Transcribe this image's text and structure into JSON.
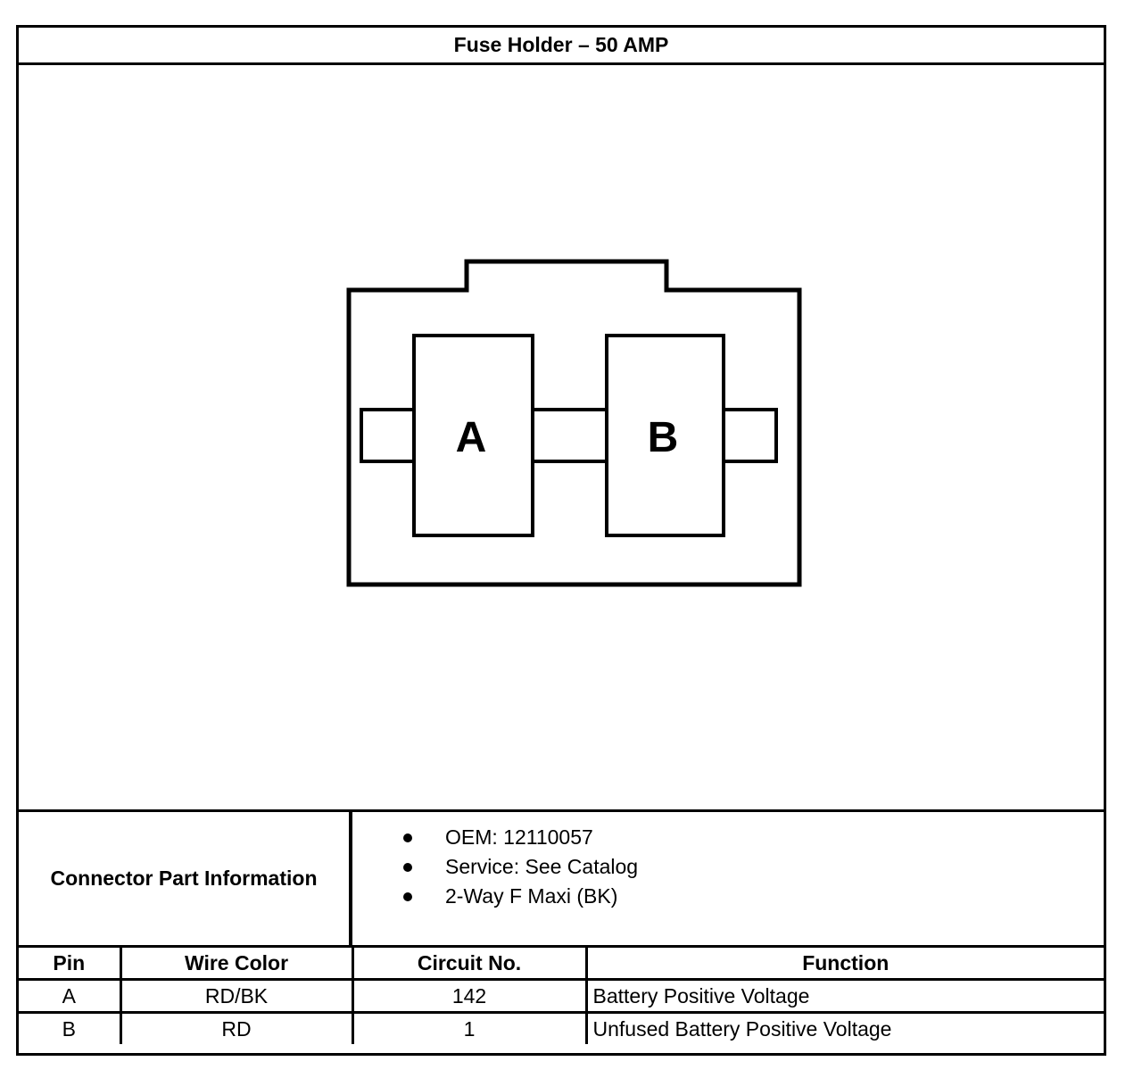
{
  "title": "Fuse Holder – 50 AMP",
  "connector": {
    "pins": [
      {
        "label": "A"
      },
      {
        "label": "B"
      }
    ]
  },
  "part_info": {
    "label": "Connector Part Information",
    "items": [
      "OEM: 12110057",
      "Service: See Catalog",
      "2-Way F Maxi (BK)"
    ]
  },
  "table": {
    "headers": [
      "Pin",
      "Wire Color",
      "Circuit No.",
      "Function"
    ],
    "rows": [
      {
        "pin": "A",
        "wire_color": "RD/BK",
        "circuit": "142",
        "function": "Battery Positive Voltage"
      },
      {
        "pin": "B",
        "wire_color": "RD",
        "circuit": "1",
        "function": "Unfused Battery Positive Voltage"
      }
    ]
  }
}
